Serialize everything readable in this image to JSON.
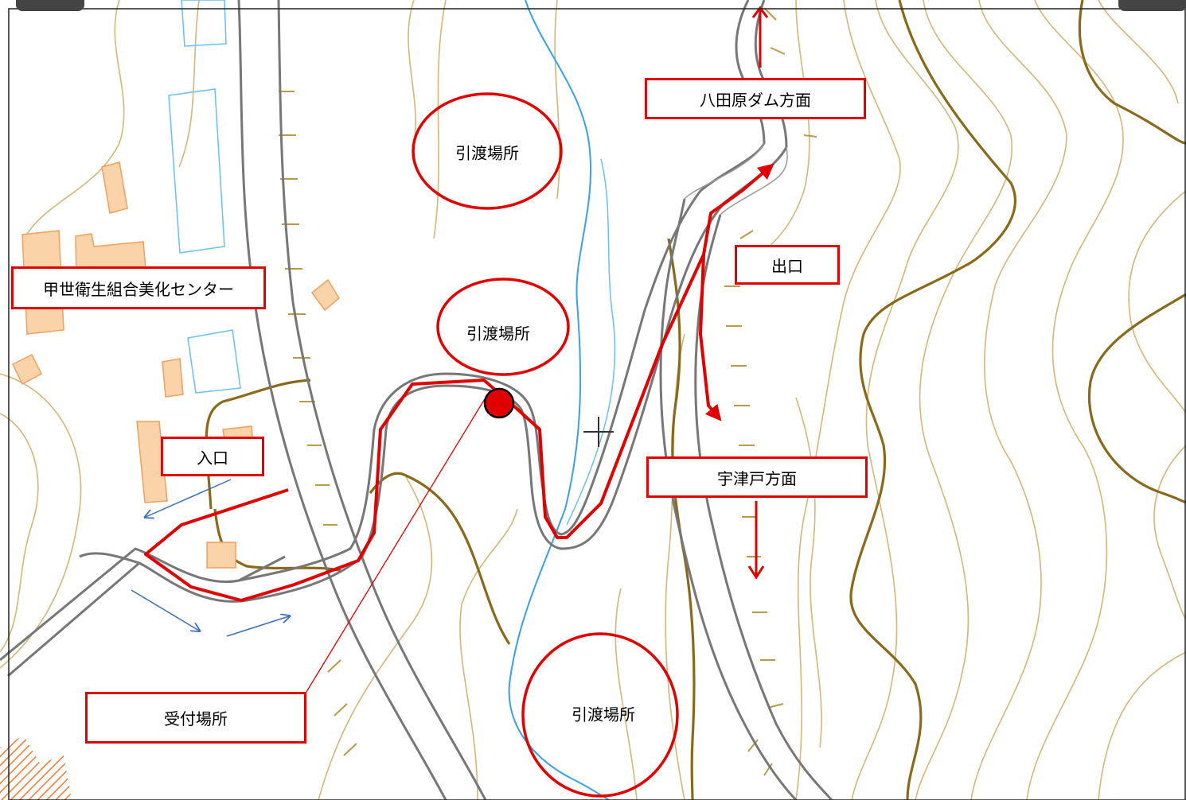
{
  "labels": {
    "center": "甲世衛生組合美化センター",
    "entrance": "入口",
    "exit": "出口",
    "hatahara": "八田原ダム方面",
    "utsudo": "宇津戸方面",
    "reception": "受付場所"
  },
  "handover": [
    "引渡場所",
    "引渡場所",
    "引渡場所"
  ],
  "colors": {
    "route": "#e00000",
    "road": "#777777",
    "contour_minor": "#d6b57a",
    "contour_major": "#8a6a1a",
    "river": "#3aa0e8",
    "building": "#fbd3a8",
    "building_edge": "#f0a060",
    "flow_arrow": "#3b6fb8"
  }
}
